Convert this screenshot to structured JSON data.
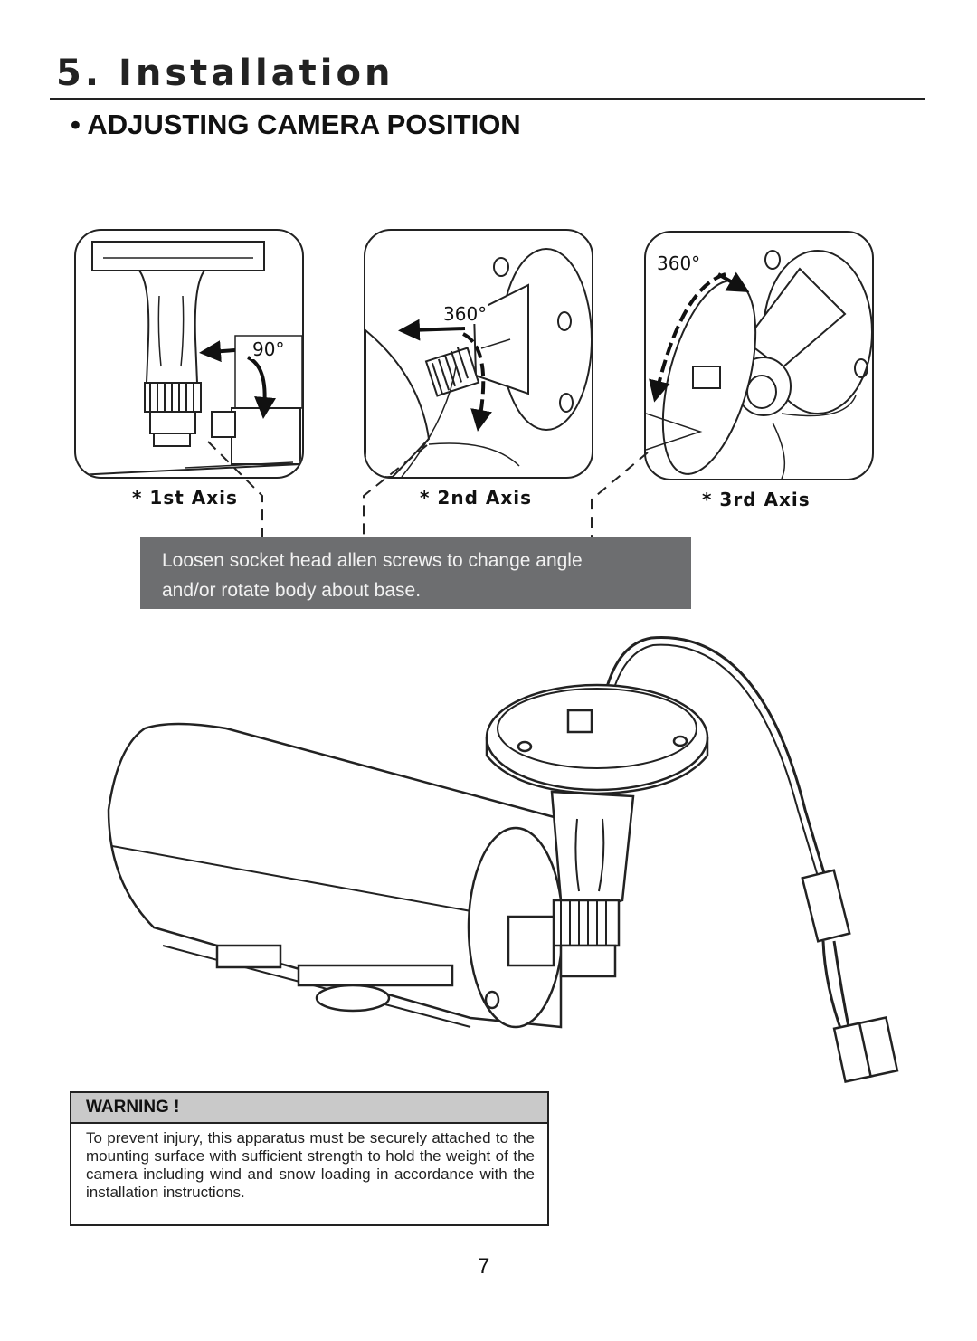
{
  "section": {
    "number": "5.",
    "title": "5. Installation"
  },
  "subheading": "• ADJUSTING CAMERA POSITION",
  "axes": [
    {
      "label": "* 1st Axis",
      "angle": "90°"
    },
    {
      "label": "* 2nd Axis",
      "angle": "360°"
    },
    {
      "label": "* 3rd Axis",
      "angle": "360°"
    }
  ],
  "info_box": {
    "line1": "Loosen socket head allen screws to change angle",
    "line2": "and/or rotate body about base."
  },
  "warning": {
    "title": "WARNING !",
    "text": "To prevent injury, this apparatus must be securely attached to the mounting surface with sufficient strength to hold the weight of the camera including wind and snow loading in accordance with the installation instructions."
  },
  "page_number": "7",
  "colors": {
    "info_box_bg": "#6d6e70",
    "warning_header_bg": "#c9c9c9",
    "rule": "#222222"
  }
}
